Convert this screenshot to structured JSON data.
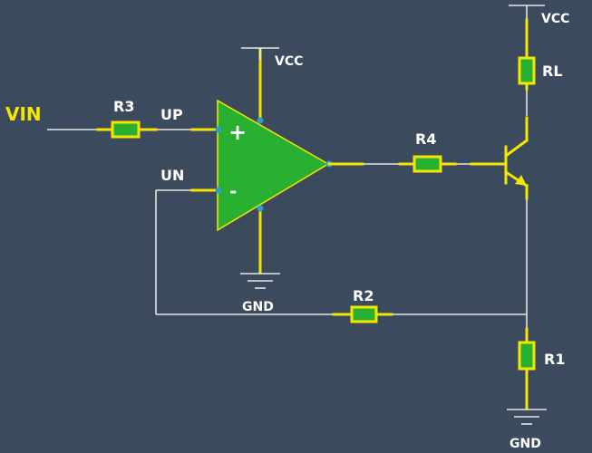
{
  "labels": {
    "vin": "VIN",
    "r3": "R3",
    "up": "UP",
    "un": "UN",
    "vcc_opamp": "VCC",
    "gnd_opamp": "GND",
    "r4": "R4",
    "vcc_top": "VCC",
    "rl": "RL",
    "r2": "R2",
    "r1": "R1",
    "gnd_bottom": "GND",
    "plus": "+",
    "minus": "-"
  },
  "colors": {
    "background": "#3c4a5e",
    "lead": "#f5e600",
    "wire": "#e6e6e6",
    "component_fill": "#29b030",
    "pin": "#2aa0c8"
  }
}
